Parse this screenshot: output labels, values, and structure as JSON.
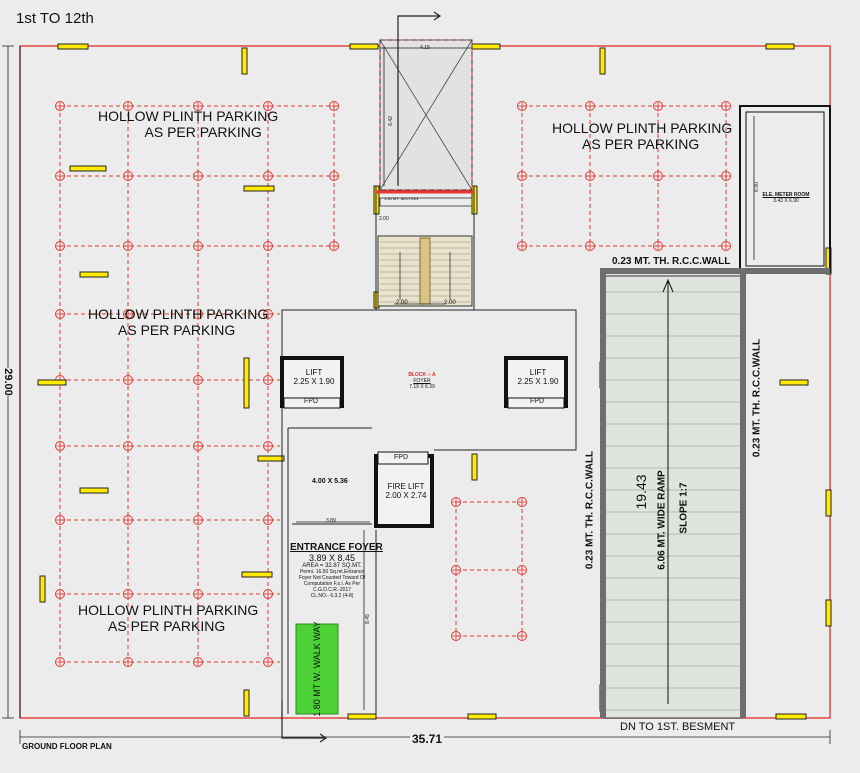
{
  "floor_note": "1st TO 12th",
  "plan_title": "GROUND FLOOR PLAN",
  "colors": {
    "boundary": "#e53935",
    "column": "#ffea00",
    "grid": "#e53935",
    "walkway": "#4cd137",
    "ramp_wall": "#7a7a7a",
    "background": "#ececec"
  },
  "parking": [
    {
      "line1": "HOLLOW PLINTH PARKING",
      "line2": "AS PER PARKING"
    },
    {
      "line1": "HOLLOW PLINTH PARKING",
      "line2": "AS PER PARKING"
    },
    {
      "line1": "HOLLOW PLINTH PARKING",
      "line2": "AS PER PARKING"
    },
    {
      "line1": "HOLLOW PLINTH PARKING",
      "line2": "AS PER PARKING"
    }
  ],
  "lifts": [
    {
      "name": "LIFT",
      "size": "2.25 X 1.90",
      "tag": "FPD"
    },
    {
      "name": "LIFT",
      "size": "2.25 X 1.90",
      "tag": "FPD"
    }
  ],
  "fire_lift": {
    "name": "FIRE LIFT",
    "size": "2.00 X 2.74",
    "tag": "FPD"
  },
  "block": {
    "name": "BLOCK :- A",
    "sub": "FOYER",
    "size": "7.19 X 6.39"
  },
  "room_dim": "4.00 X 5.36",
  "foyer": {
    "title": "ENTRANCE FOYER",
    "size": "3.89 X 8.45",
    "area": "AREA = 32.87 SQ.MT.",
    "n1": "Permi. 16.50 Sq.mt.Entrance",
    "n2": "Foyer Not Counted Toward Of",
    "n3": "Computation F.s.i. As Per",
    "n4": "C.G.D.C.R.-2017",
    "n5": "CL.NO.- 6.3.2 (4-8)"
  },
  "walkway": "1.80 MT W. WALK WAY",
  "meter_room": {
    "name": "ELE. METER ROOM",
    "size": "3.43 X 6.90"
  },
  "ramp": {
    "wall_top": "0.23 MT. TH. R.C.C.WALL",
    "wall_left": "0.23 MT. TH. R.C.C.WALL",
    "wall_right": "0.23 MT. TH. R.C.C.WALL",
    "length": "19.43",
    "width": "6.06 MT. WIDE RAMP",
    "slope": "SLOPE 1:7",
    "down": "DN TO 1ST. BESMENT"
  },
  "dims": {
    "total_width": "35.71",
    "total_height": "29.00",
    "stair_w1": "2.00",
    "stair_w2": "2.00",
    "shaft_w": "4.15",
    "shaft_h": "6.42",
    "foyer_w": "3.89",
    "foyer_h": "8.45",
    "meter_h": "6.90",
    "stair_h": "2.00",
    "stair_lobby": "1.50 MT. SECTION"
  }
}
